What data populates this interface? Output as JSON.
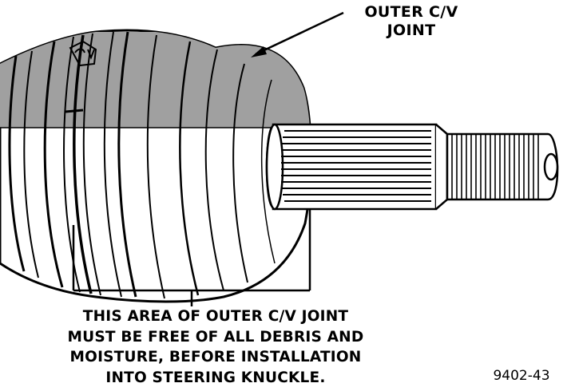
{
  "figure": {
    "id_label": "9402-43",
    "callouts": {
      "outer_cv_joint": [
        "OUTER C/V",
        "JOINT"
      ],
      "clean_area_note": [
        "THIS AREA OF OUTER C/V JOINT",
        "MUST BE FREE OF ALL DEBRIS AND",
        "MOISTURE, BEFORE INSTALLATION",
        "INTO STEERING KNUCKLE."
      ]
    },
    "colors": {
      "line": "#000000",
      "shade": "#a0a0a0",
      "background": "#ffffff"
    }
  }
}
